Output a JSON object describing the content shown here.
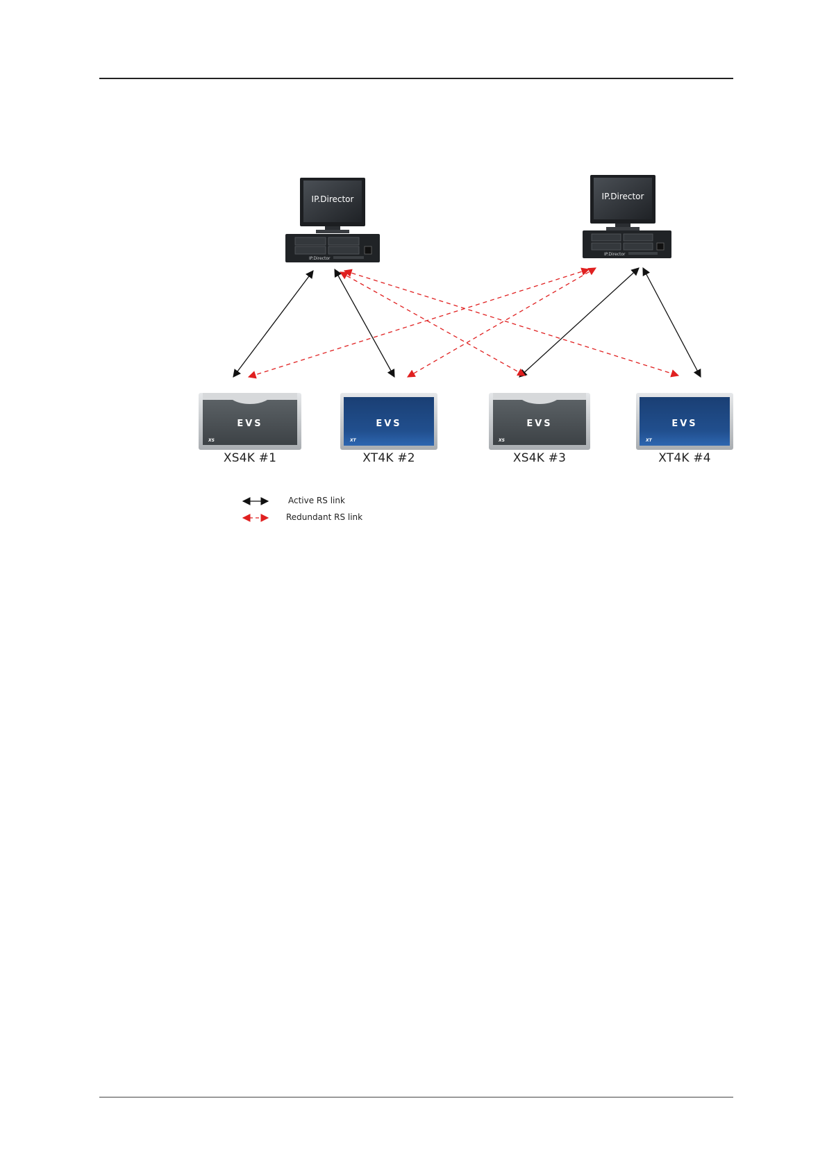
{
  "workstations": [
    {
      "screen_text": "IP.Director",
      "case_text": "IP.Director"
    },
    {
      "screen_text": "IP.Director",
      "case_text": "IP.Director"
    }
  ],
  "servers": [
    {
      "label": "XS4K #1",
      "model": "XS",
      "logo": "EVS",
      "color": "#4a5054"
    },
    {
      "label": "XT4K #2",
      "model": "XT",
      "logo": "EVS",
      "color": "#1d4f8c"
    },
    {
      "label": "XS4K #3",
      "model": "XS",
      "logo": "EVS",
      "color": "#4a5054"
    },
    {
      "label": "XT4K #4",
      "model": "XT",
      "logo": "EVS",
      "color": "#1d4f8c"
    }
  ],
  "links": {
    "active": [
      [
        0,
        0
      ],
      [
        0,
        1
      ],
      [
        1,
        2
      ],
      [
        1,
        3
      ]
    ],
    "redundant": [
      [
        0,
        2
      ],
      [
        0,
        3
      ],
      [
        1,
        0
      ],
      [
        1,
        1
      ]
    ]
  },
  "legend": {
    "active_label": "Active RS link",
    "redundant_label": "Redundant RS link"
  },
  "colors": {
    "active": "#111111",
    "redundant": "#e02020"
  }
}
